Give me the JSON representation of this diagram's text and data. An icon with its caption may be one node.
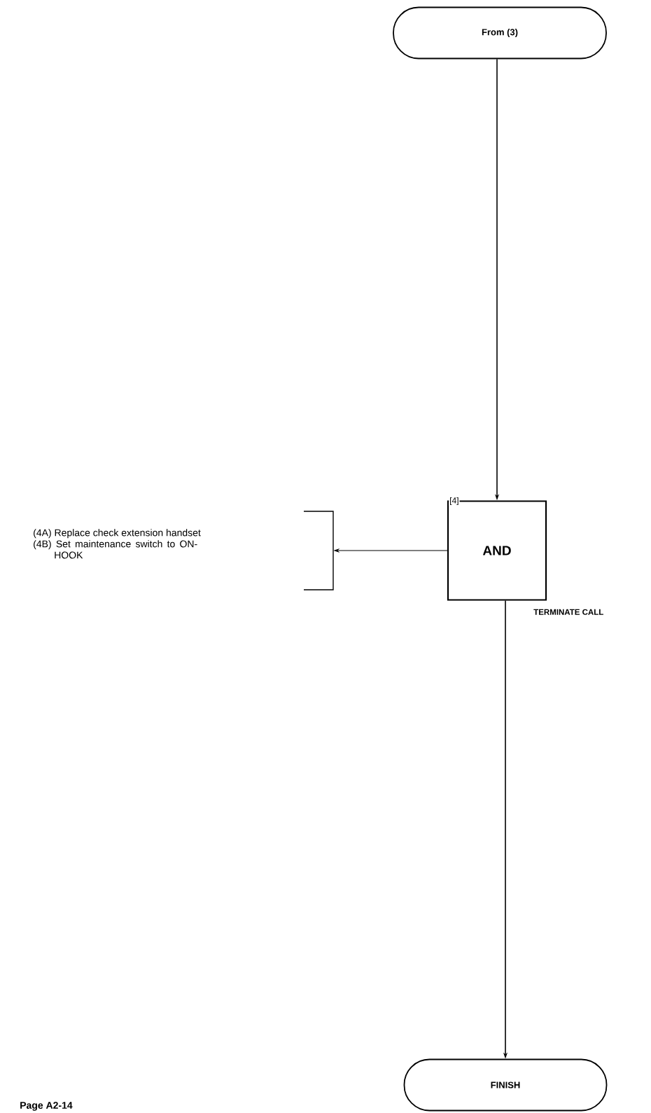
{
  "diagram": {
    "nodes": [
      {
        "text": [
          "From (3)"
        ]
      },
      {
        "text": [
          "[4]",
          "AND"
        ],
        "beside": [
          "TERMINATE CALL"
        ]
      },
      {
        "text": [
          "(4A) Replace check extension handset",
          "(4B) Set maintenance switch to ON-HOOK"
        ]
      },
      {
        "text": [
          "FINISH"
        ]
      }
    ],
    "edges": [
      {
        "from": 0,
        "to": 1,
        "arrow": "to"
      },
      {
        "from": 1,
        "to": 2,
        "arrow": "to"
      },
      {
        "from": 1,
        "to": 3,
        "arrow": "to"
      }
    ],
    "labels": [
      "Page A2-14"
    ]
  }
}
